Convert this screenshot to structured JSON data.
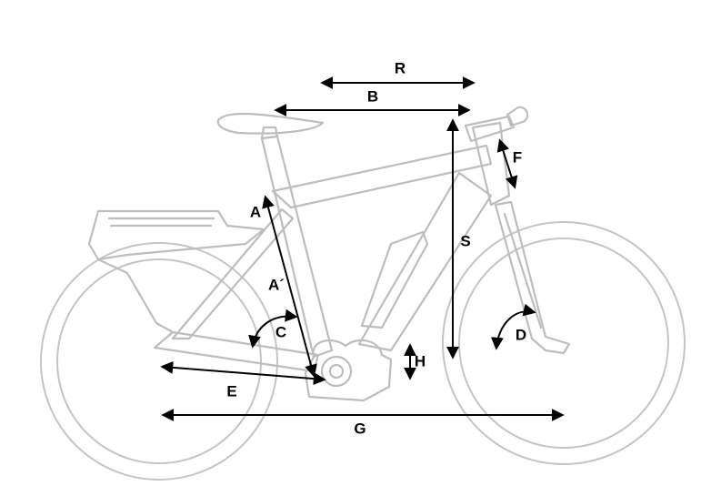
{
  "labels": {
    "R": "R",
    "B": "B",
    "S": "S",
    "F": "F",
    "A": "A",
    "A_prime": "A´",
    "C": "C",
    "D": "D",
    "E": "E",
    "H": "H",
    "G": "G"
  },
  "colors": {
    "bike_outline": "#bdbdbd",
    "dimension_lines": "#000000",
    "background": "#ffffff"
  }
}
